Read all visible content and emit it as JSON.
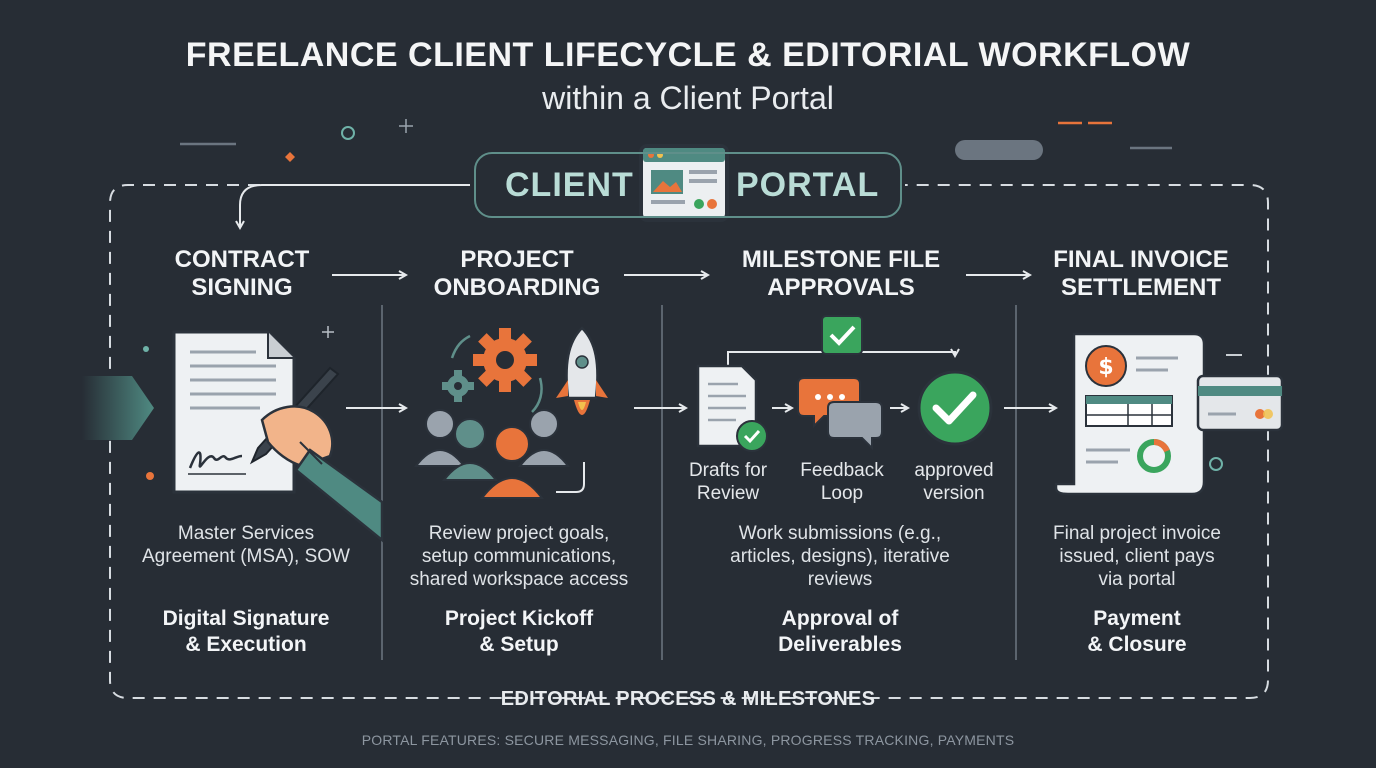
{
  "header": {
    "title": "FREELANCE CLIENT LIFECYCLE & EDITORIAL WORKFLOW",
    "subtitle": "within a Client Portal"
  },
  "portal": {
    "left_word": "CLIENT",
    "right_word": "PORTAL"
  },
  "steps": [
    {
      "title_line1": "CONTRACT",
      "title_line2": "SIGNING",
      "desc_line1": "Master Services",
      "desc_line2": "Agreement (MSA), SOW",
      "bold_line1": "Digital Signature",
      "bold_line2": "& Execution",
      "icon": "contract-signing-icon"
    },
    {
      "title_line1": "PROJECT",
      "title_line2": "ONBOARDING",
      "desc_line1": "Review project goals,",
      "desc_line2": "setup communications,",
      "desc_line3": "shared workspace access",
      "bold_line1": "Project Kickoff",
      "bold_line2": "& Setup",
      "icon": "team-rocket-icon"
    },
    {
      "title_line1": "MILESTONE FILE",
      "title_line2": "APPROVALS",
      "desc_line1": "Work submissions (e.g.,",
      "desc_line2": "articles, designs), iterative",
      "desc_line3": "reviews",
      "bold_line1": "Approval of",
      "bold_line2": "Deliverables",
      "sub_steps": [
        {
          "line1": "Drafts for",
          "line2": "Review",
          "icon": "draft-document-icon"
        },
        {
          "line1": "Feedback",
          "line2": "Loop",
          "icon": "feedback-chat-icon"
        },
        {
          "line1": "approved",
          "line2": "version",
          "icon": "approved-check-icon"
        }
      ]
    },
    {
      "title_line1": "FINAL INVOICE",
      "title_line2": "SETTLEMENT",
      "desc_line1": "Final project invoice",
      "desc_line2": "issued, client pays",
      "desc_line3": "via portal",
      "bold_line1": "Payment",
      "bold_line2": "& Closure",
      "icon": "invoice-payment-icon"
    }
  ],
  "footer": {
    "editorial_label": "EDITORIAL PROCESS & MILESTONES",
    "features": "PORTAL FEATURES: SECURE MESSAGING, FILE SHARING, PROGRESS TRACKING, PAYMENTS"
  },
  "colors": {
    "background": "#272d35",
    "teal": "#5f8f8a",
    "orange": "#e8743b",
    "green": "#3aa55d"
  }
}
